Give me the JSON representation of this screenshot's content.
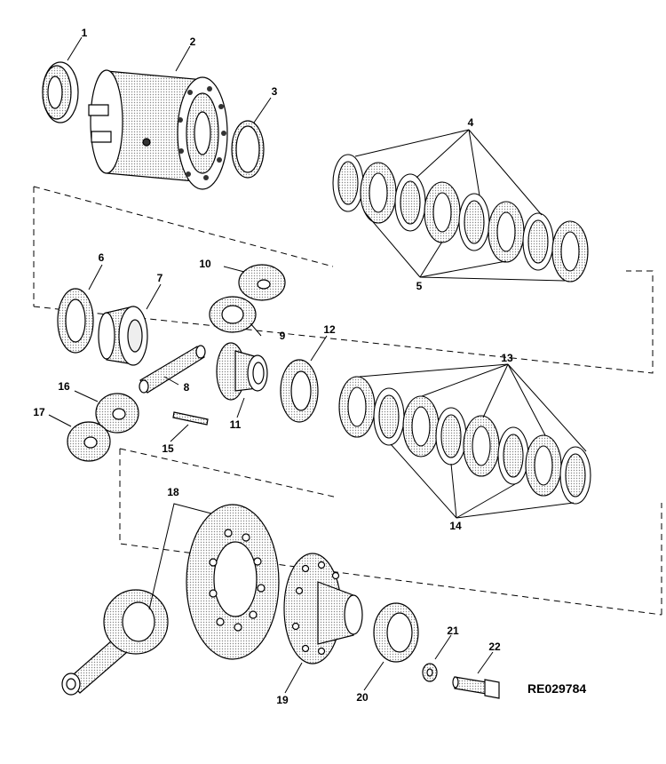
{
  "figure": {
    "reference_code": "RE029784",
    "callouts": [
      "1",
      "2",
      "3",
      "4",
      "5",
      "6",
      "7",
      "8",
      "9",
      "10",
      "11",
      "12",
      "13",
      "14",
      "15",
      "16",
      "17",
      "18",
      "19",
      "20",
      "21",
      "22"
    ]
  }
}
